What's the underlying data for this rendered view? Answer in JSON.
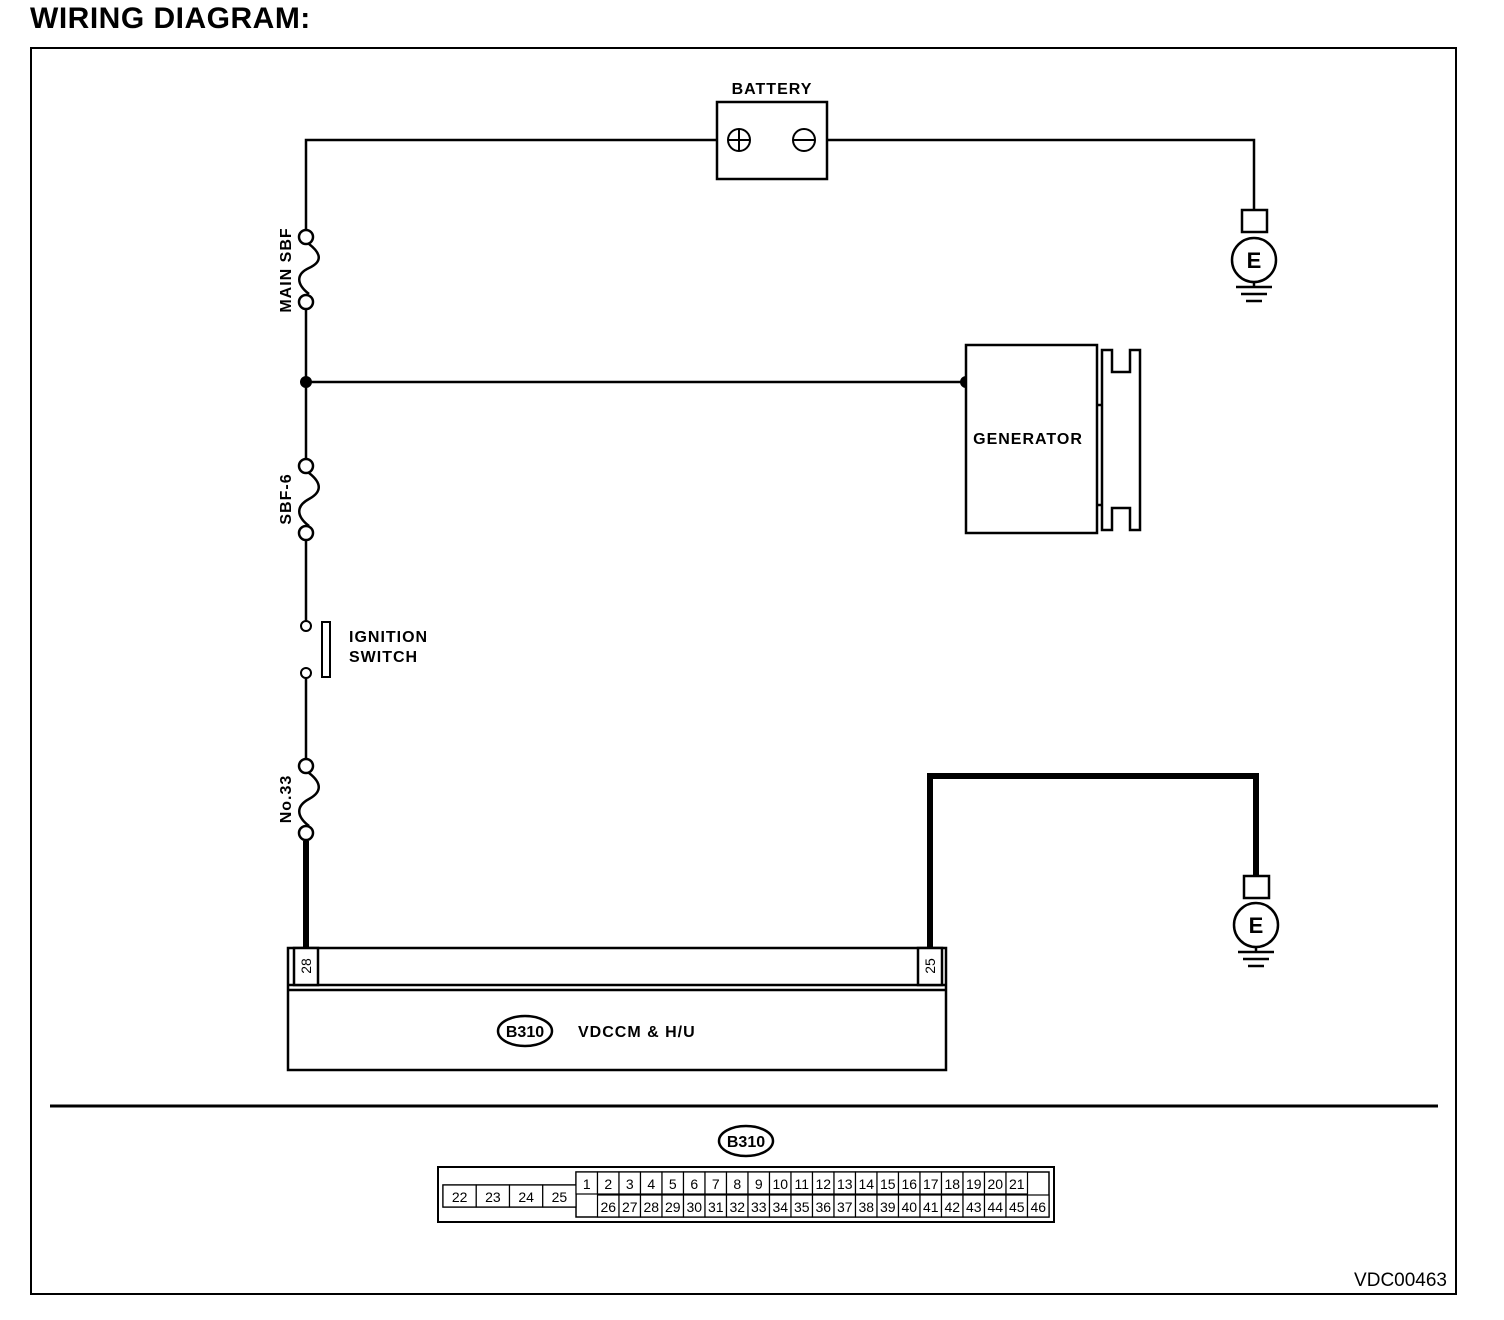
{
  "page_title": "WIRING DIAGRAM:",
  "components": {
    "battery": "BATTERY",
    "battery_plus": "⊕",
    "battery_minus": "⊖",
    "generator": "GENERATOR",
    "ground_symbol": "E",
    "main_fuse": "MAIN SBF",
    "fuse_sbf6": "SBF-6",
    "fuse_no33": "No.33",
    "ignition_line1": "IGNITION",
    "ignition_line2": "SWITCH",
    "module_connector": "B310",
    "module_name": "VDCCM & H/U",
    "module_pin_left": "28",
    "module_pin_right": "25"
  },
  "connector_view": {
    "name": "B310",
    "left_block": [
      "22",
      "23",
      "24",
      "25"
    ],
    "top_row": [
      "1",
      "2",
      "3",
      "4",
      "5",
      "6",
      "7",
      "8",
      "9",
      "10",
      "11",
      "12",
      "13",
      "14",
      "15",
      "16",
      "17",
      "18",
      "19",
      "20",
      "21"
    ],
    "bottom_row": [
      "26",
      "27",
      "28",
      "29",
      "30",
      "31",
      "32",
      "33",
      "34",
      "35",
      "36",
      "37",
      "38",
      "39",
      "40",
      "41",
      "42",
      "43",
      "44",
      "45",
      "46"
    ]
  },
  "reference_code": "VDC00463"
}
